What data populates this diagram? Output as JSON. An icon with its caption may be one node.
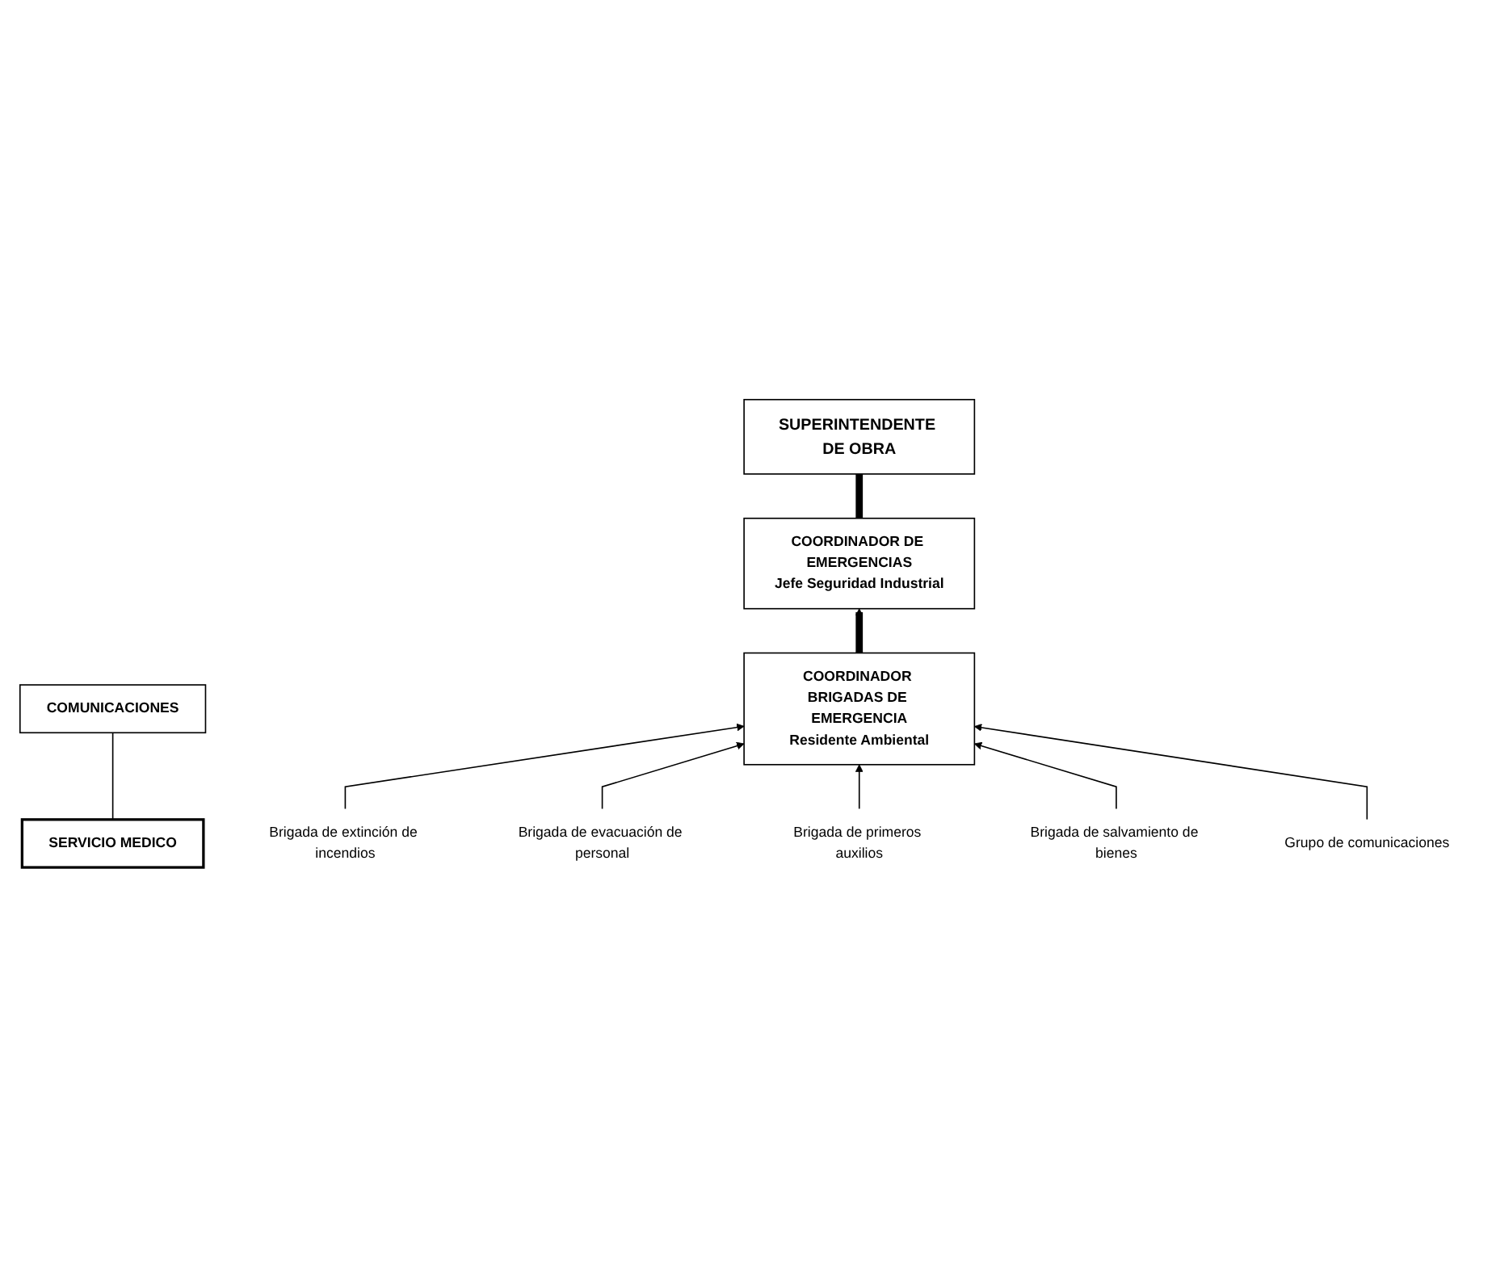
{
  "diagram": {
    "nodes": [
      {
        "text": [
          "SUPERINTENDENTE DE OBRA"
        ]
      },
      {
        "text": [
          "SERVICIO MEDICO"
        ]
      },
      {
        "text": [
          "COMUNICACIONES"
        ]
      },
      {
        "text": [
          "COORDINADOR DE EMERGENCIAS",
          "Jefe Seguridad Industrial"
        ]
      },
      {
        "text": [
          "COORDINADOR BRIGADAS DE EMERGENCIA",
          "Residente Ambiental"
        ]
      },
      {
        "text": [
          "Brigada de extinción de incendios"
        ]
      },
      {
        "text": [
          "Brigada de evacuación de personal"
        ]
      },
      {
        "text": [
          "Brigada de primeros auxilios"
        ]
      },
      {
        "text": [
          "Brigada de salvamiento de bienes"
        ]
      },
      {
        "text": [
          "Grupo de comunicaciones"
        ]
      }
    ],
    "edges": [
      {
        "from": 3,
        "to": 0,
        "arrow": "none",
        "style": "thick"
      },
      {
        "from": 1,
        "to": 2,
        "arrow": "none"
      },
      {
        "from": 4,
        "to": 3,
        "arrow": "to",
        "style": "thick"
      },
      {
        "from": 5,
        "to": 4,
        "arrow": "to"
      },
      {
        "from": 6,
        "to": 4,
        "arrow": "to"
      },
      {
        "from": 7,
        "to": 4,
        "arrow": "to"
      },
      {
        "from": 8,
        "to": 4,
        "arrow": "to"
      },
      {
        "from": 9,
        "to": 4,
        "arrow": "to"
      }
    ]
  }
}
